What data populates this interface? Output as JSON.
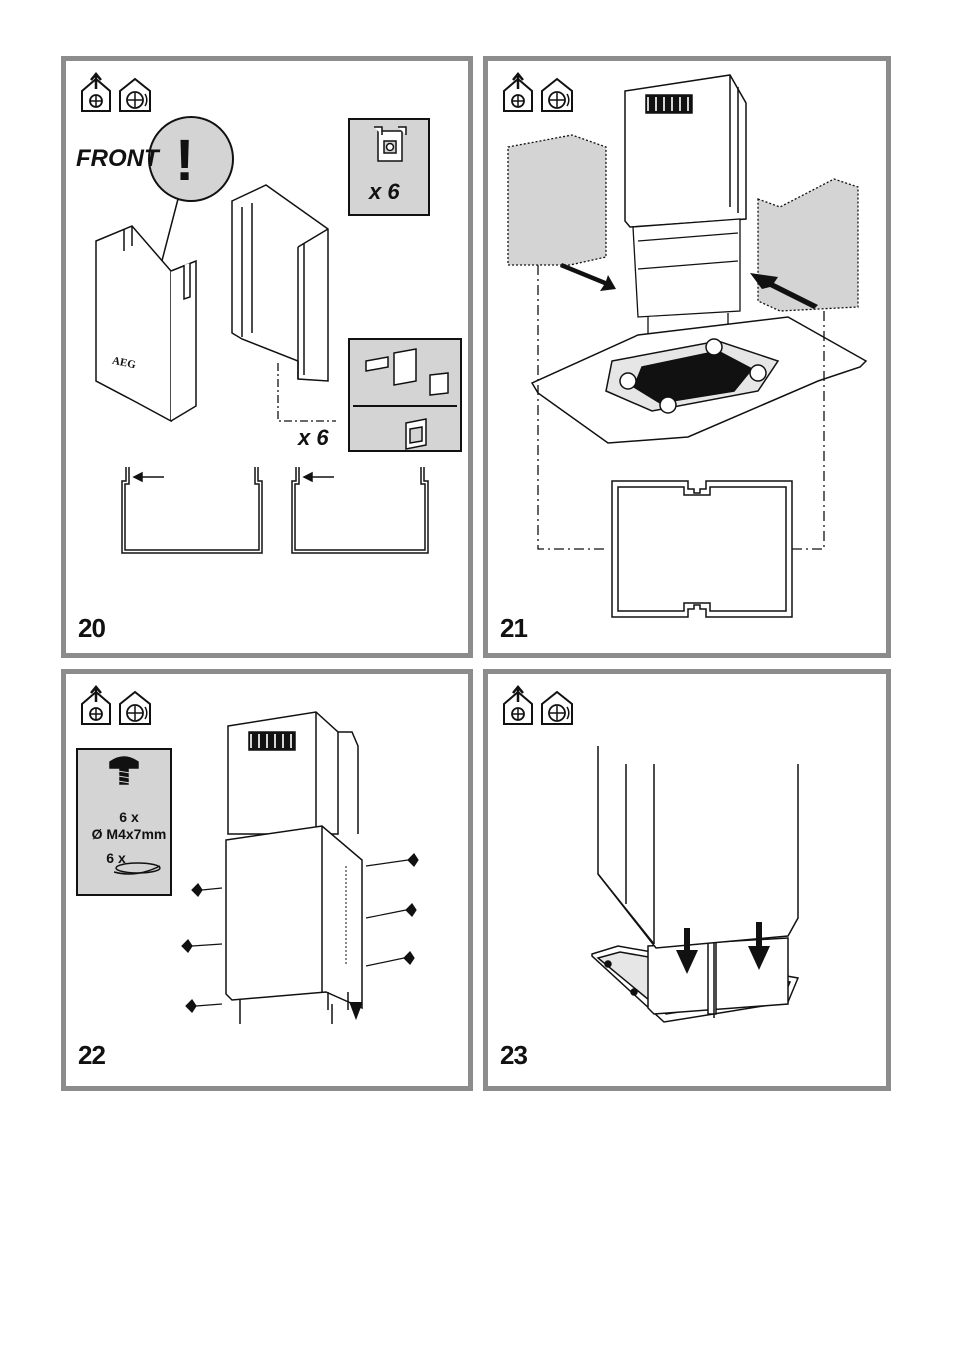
{
  "panels": [
    {
      "number": "20",
      "front_label": "FRONT",
      "warning_mark": "!",
      "brand": "AEG",
      "clip_count": "x 6",
      "insert_count": "x 6",
      "icons": [
        "ducted-extraction-icon",
        "recirculation-icon"
      ]
    },
    {
      "number": "21",
      "icons": [
        "ducted-extraction-icon",
        "recirculation-icon"
      ]
    },
    {
      "number": "22",
      "screw_qty": "6 x",
      "screw_size": "Ø M4x7mm",
      "washer_qty": "6 x",
      "icons": [
        "ducted-extraction-icon",
        "recirculation-icon"
      ]
    },
    {
      "number": "23",
      "icons": [
        "ducted-extraction-icon",
        "recirculation-icon"
      ]
    }
  ],
  "colors": {
    "frame": "#8c8c8c",
    "box_fill": "#d4d4d4",
    "line": "#111111"
  }
}
